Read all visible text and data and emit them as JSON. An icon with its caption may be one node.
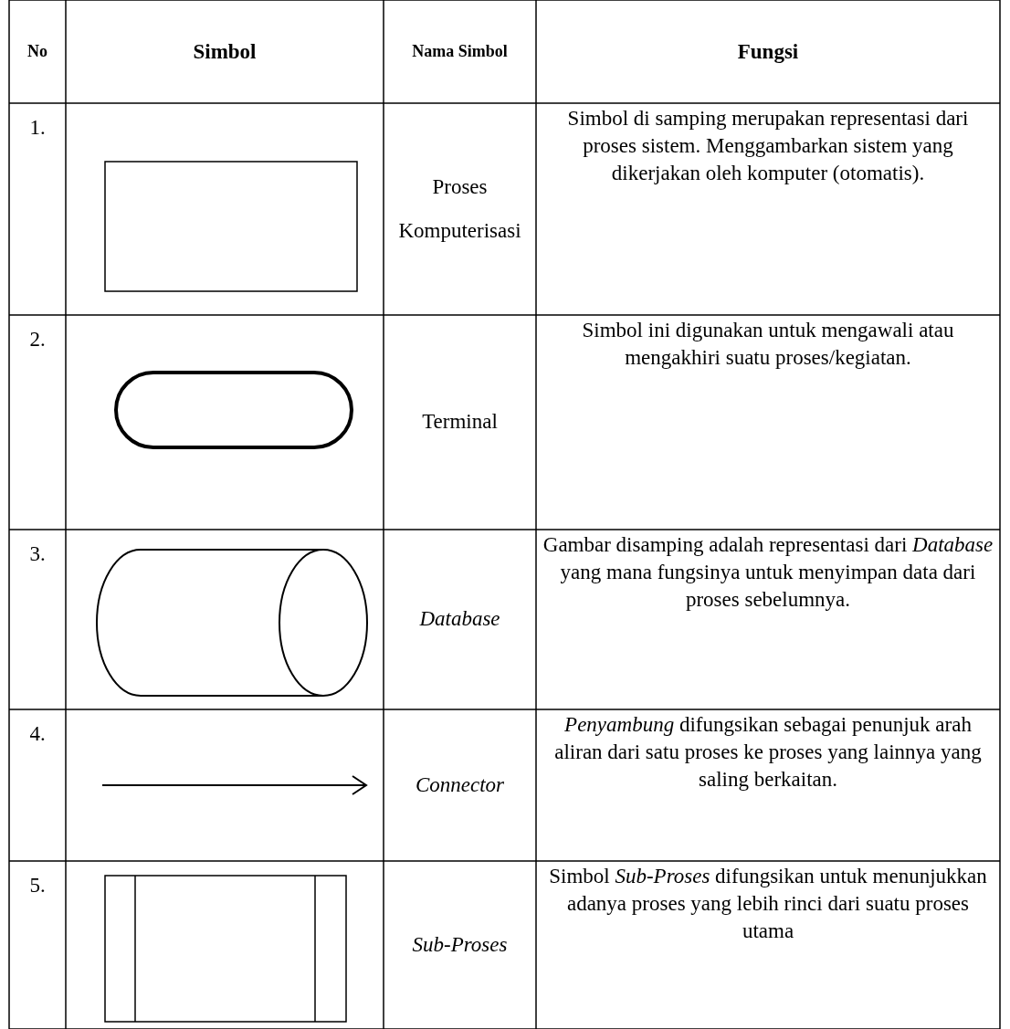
{
  "diagram": {
    "labels": [
      "No",
      "Simbol",
      "Nama Simbol",
      "Fungsi",
      "1.",
      "Proses Komputerisasi",
      "Simbol di samping merupakan representasi dari proses sistem. Menggambarkan sistem yang dikerjakan oleh komputer (otomatis).",
      "2.",
      "Terminal",
      "Simbol ini digunakan untuk mengawali atau mengakhiri suatu proses/kegiatan.",
      "3.",
      "Database",
      "Gambar disamping adalah representasi dari *Database* yang mana fungsinya untuk menyimpan data dari proses sebelumnya.",
      "4.",
      "Connector",
      "*Penyambung* difungsikan sebagai penunjuk arah aliran dari satu proses ke proses yang lainnya yang saling berkaitan.",
      "5.",
      "Sub-Proses",
      "Simbol *Sub-Proses* difungsikan untuk menunjukkan adanya proses yang lebih rinci dari suatu proses utama"
    ]
  }
}
